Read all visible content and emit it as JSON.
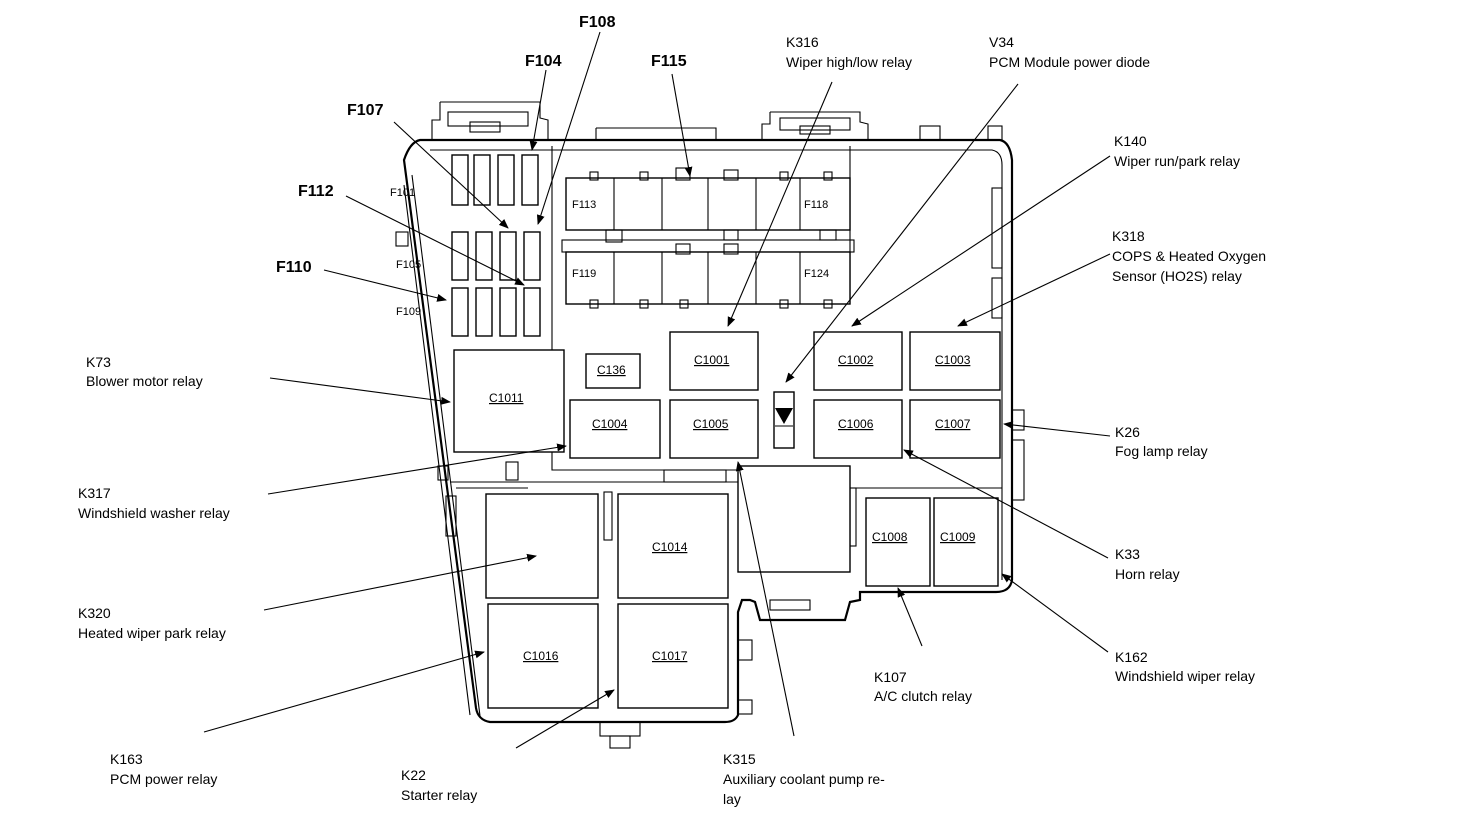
{
  "fuse_callouts": {
    "f108": "F108",
    "f104": "F104",
    "f115": "F115",
    "f107": "F107",
    "f112": "F112",
    "f110": "F110"
  },
  "fuse_labels": {
    "f101": "F101",
    "f105": "F105",
    "f109": "F109",
    "f113": "F113",
    "f118": "F118",
    "f119": "F119",
    "f124": "F124"
  },
  "connectors": {
    "c1001": "C1001",
    "c1002": "C1002",
    "c1003": "C1003",
    "c1004": "C1004",
    "c1005": "C1005",
    "c1006": "C1006",
    "c1007": "C1007",
    "c1008": "C1008",
    "c1009": "C1009",
    "c1011": "C1011",
    "c1014": "C1014",
    "c1016": "C1016",
    "c1017": "C1017",
    "c136": "C136"
  },
  "relays": {
    "k316": {
      "id": "K316",
      "desc": "Wiper high/low relay"
    },
    "v34": {
      "id": "V34",
      "desc": "PCM Module power diode"
    },
    "k140": {
      "id": "K140",
      "desc": "Wiper run/park relay"
    },
    "k318": {
      "id": "K318",
      "desc_1": "COPS & Heated Oxygen",
      "desc_2": "Sensor (HO2S) relay"
    },
    "k73": {
      "id": "K73",
      "desc": "Blower motor relay"
    },
    "k26": {
      "id": "K26",
      "desc": "Fog lamp relay"
    },
    "k317": {
      "id": "K317",
      "desc": "Windshield washer relay"
    },
    "k33": {
      "id": "K33",
      "desc": "Horn relay"
    },
    "k320": {
      "id": "K320",
      "desc": "Heated wiper park relay"
    },
    "k162": {
      "id": "K162",
      "desc": "Windshield wiper relay"
    },
    "k107": {
      "id": "K107",
      "desc": "A/C clutch relay"
    },
    "k163": {
      "id": "K163",
      "desc": "PCM power relay"
    },
    "k22": {
      "id": "K22",
      "desc": "Starter relay"
    },
    "k315": {
      "id": "K315",
      "desc_1": "Auxiliary coolant pump re-",
      "desc_2": "lay"
    }
  }
}
